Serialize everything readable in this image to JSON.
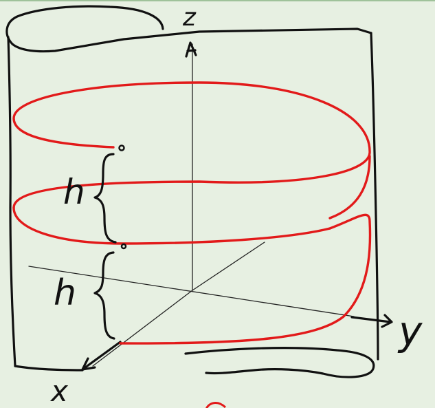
{
  "labels": {
    "z_axis": "z",
    "y_axis": "y",
    "x_axis": "x",
    "pitch_upper": "h",
    "pitch_lower": "h"
  },
  "colors": {
    "background": "#e7f0e2",
    "ink": "#111111",
    "helix": "#e21a1a",
    "top_border": "#9fc29a"
  }
}
